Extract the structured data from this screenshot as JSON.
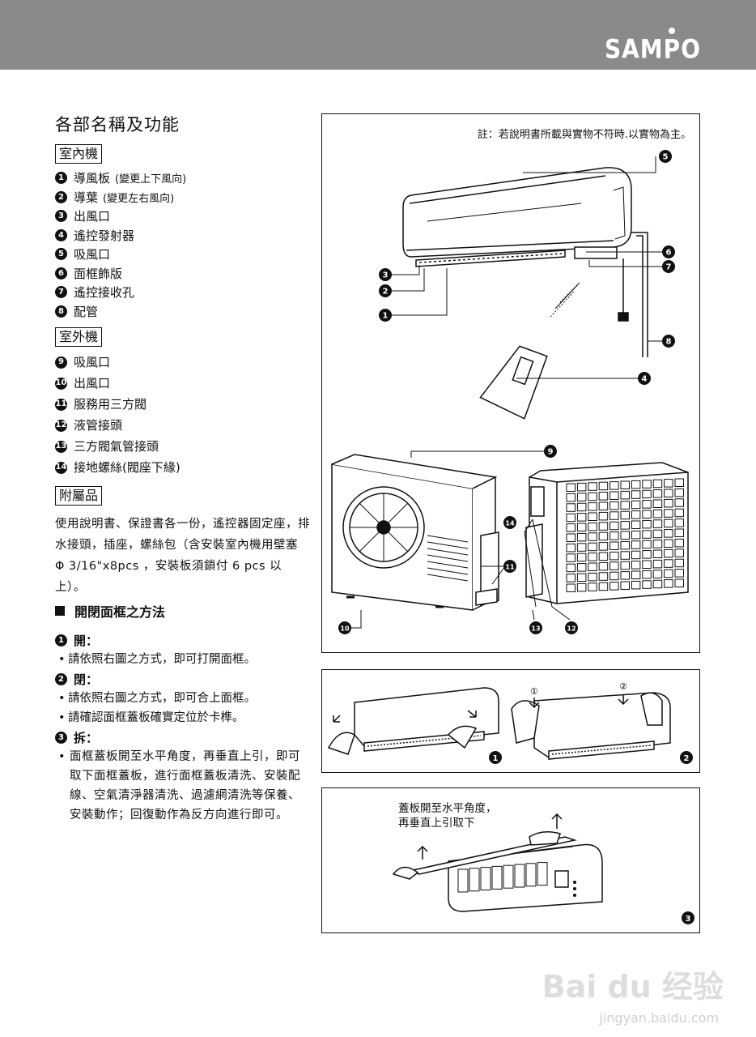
{
  "header": {
    "brand": "SAMPO"
  },
  "parts": {
    "title": "各部名稱及功能",
    "indoor_label": "室內機",
    "indoor_items": [
      {
        "num": "1",
        "text": "導風板",
        "sub": "(變更上下風向)"
      },
      {
        "num": "2",
        "text": "導葉",
        "sub": "(變更左右風向)"
      },
      {
        "num": "3",
        "text": "出風口",
        "sub": ""
      },
      {
        "num": "4",
        "text": "遙控發射器",
        "sub": ""
      },
      {
        "num": "5",
        "text": "吸風口",
        "sub": ""
      },
      {
        "num": "6",
        "text": "面框飾版",
        "sub": ""
      },
      {
        "num": "7",
        "text": "遙控接收孔",
        "sub": ""
      },
      {
        "num": "8",
        "text": "配管",
        "sub": ""
      }
    ],
    "outdoor_label": "室外機",
    "outdoor_items": [
      {
        "num": "9",
        "text": "吸風口",
        "sub": ""
      },
      {
        "num": "10",
        "text": "出風口",
        "sub": ""
      },
      {
        "num": "11",
        "text": "服務用三方閥",
        "sub": ""
      },
      {
        "num": "12",
        "text": "液管接頭",
        "sub": ""
      },
      {
        "num": "13",
        "text": "三方閥氣管接頭",
        "sub": ""
      },
      {
        "num": "14",
        "text": "接地螺絲(閥座下緣)",
        "sub": ""
      }
    ],
    "accessories_label": "附屬品",
    "accessories_text": "使用說明書、保證書各一份，遙控器固定座，排水接頭，插座，螺絲包（含安裝室內機用壁塞 Φ 3/16\"x8pcs ，安裝板須鎖付 6 pcs 以上）。"
  },
  "method": {
    "title": "開閉面框之方法",
    "steps": [
      {
        "num": "1",
        "label": "開：",
        "bullets": [
          "請依照右圖之方式，即可打開面框。"
        ]
      },
      {
        "num": "2",
        "label": "閉：",
        "bullets": [
          "請依照右圖之方式，即可合上面框。",
          "請確認面框蓋板確實定位於卡榫。"
        ]
      },
      {
        "num": "3",
        "label": "拆：",
        "bullets": [
          "面框蓋板開至水平角度，再垂直上引，即可取下面框蓋板，進行面框蓋板清洗、安裝配線、空氣清淨器清洗、過濾網清洗等保養、安裝動作；回復動作為反方向進行即可。"
        ]
      }
    ]
  },
  "diagram": {
    "note": "註：若說明書所載與實物不符時.以實物為主。",
    "callouts": [
      "1",
      "2",
      "3",
      "4",
      "5",
      "6",
      "7",
      "8",
      "9",
      "10",
      "11",
      "12",
      "13",
      "14"
    ]
  },
  "panel2": {
    "labels": [
      "1",
      "2"
    ],
    "small_marks": [
      "①",
      "②"
    ]
  },
  "panel3": {
    "caption_line1": "蓋板開至水平角度，",
    "caption_line2": "再垂直上引取下",
    "label": "3"
  },
  "watermark": {
    "main": "Bai du 经验",
    "sub": "jingyan.baidu.com"
  }
}
